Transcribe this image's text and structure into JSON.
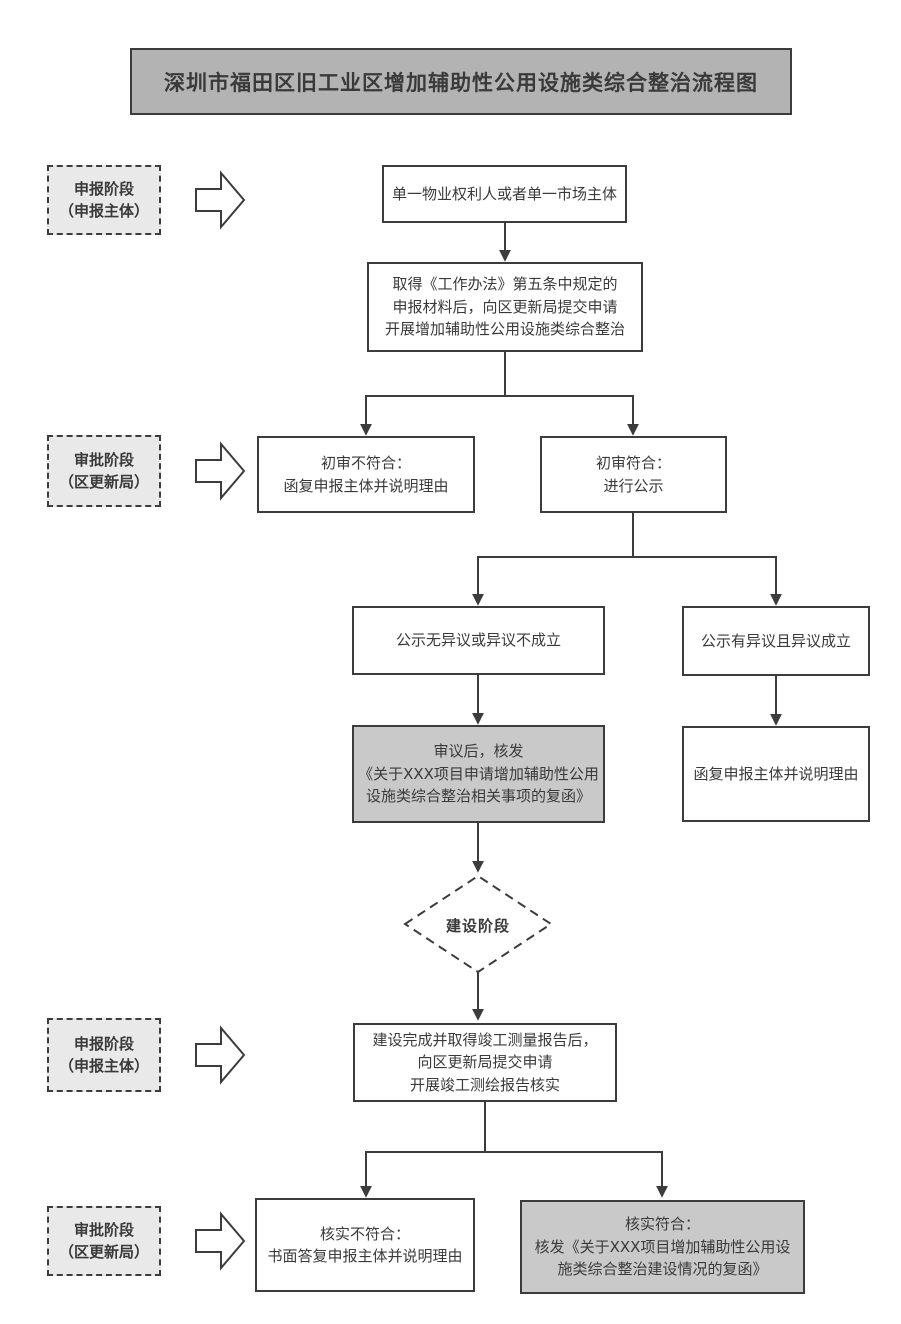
{
  "title": "深圳市福田区旧工业区增加辅助性公用设施类综合整治流程图",
  "stages": [
    {
      "label": "申报阶段\n（申报主体）"
    },
    {
      "label": "审批阶段\n（区更新局）"
    },
    {
      "label": "申报阶段\n（申报主体）"
    },
    {
      "label": "审批阶段\n（区更新局）"
    }
  ],
  "nodes": {
    "applicant": "单一物业权利人或者单一市场主体",
    "submit_application": "取得《工作办法》第五条中规定的\n申报材料后，向区更新局提交申请\n开展增加辅助性公用设施类综合整治",
    "initial_review_fail": "初审不符合：\n函复申报主体并说明理由",
    "initial_review_pass": "初审符合：\n进行公示",
    "no_objection": "公示无异议或异议不成立",
    "objection_upheld": "公示有异议且异议成立",
    "issue_approval_letter": "审议后，核发\n《关于XXX项目申请增加辅助性公用\n设施类综合整治相关事项的复函》",
    "reply_with_reasons": "函复申报主体并说明理由",
    "construction_stage": "建设阶段",
    "completion_submit": "建设完成并取得竣工测量报告后，\n向区更新局提交申请\n开展竣工测绘报告核实",
    "verify_fail": "核实不符合：\n书面答复申报主体并说明理由",
    "verify_pass": "核实符合：\n核发《关于XXX项目增加辅助性公用设\n施类综合整治建设情况的复函》"
  },
  "colors": {
    "title_fill": "#b3b3b3",
    "stage_fill": "#e9e9e9",
    "highlight_fill": "#c9c9c9",
    "line": "#3c3c3c",
    "text": "#3a3a3a"
  }
}
